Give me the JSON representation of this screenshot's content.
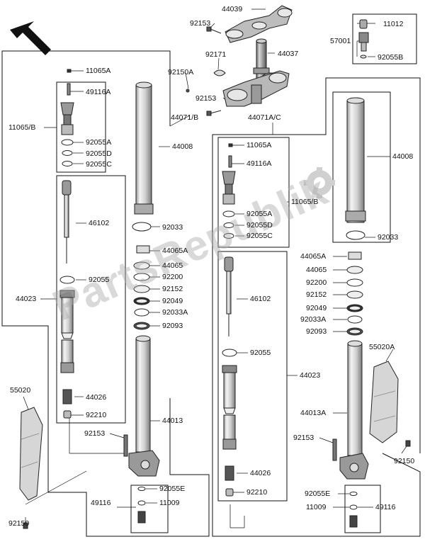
{
  "watermark": "PartsRepublik",
  "labels": {
    "l44039": "44039",
    "l92153_top": "92153",
    "l92171": "92171",
    "l44037": "44037",
    "l92150A": "92150A",
    "l92153_mid": "92153",
    "l57001": "57001",
    "l11012": "11012",
    "l92055B": "92055B",
    "l44071B": "44071/B",
    "l44071AC": "44071A/C",
    "L_11065A": "11065A",
    "L_49116A": "49116A",
    "L_11065B": "11065/B",
    "L_92055A": "92055A",
    "L_92055D": "92055D",
    "L_92055C": "92055C",
    "L_46102": "46102",
    "L_92055": "92055",
    "L_44023": "44023",
    "L_44026": "44026",
    "L_92210": "92210",
    "L_44008": "44008",
    "L_92033": "92033",
    "L_44065A": "44065A",
    "L_44065": "44065",
    "L_92200": "92200",
    "L_92152": "92152",
    "L_92049": "92049",
    "L_92033A": "92033A",
    "L_92093": "92093",
    "L_44013": "44013",
    "L_92153": "92153",
    "L_55020": "55020",
    "L_92150": "92150",
    "L_92055E": "92055E",
    "L_49116": "49116",
    "L_11009": "11009",
    "R_11065A": "11065A",
    "R_49116A": "49116A",
    "R_11065B": "11065/B",
    "R_92055A": "92055A",
    "R_92055D": "92055D",
    "R_92055C": "92055C",
    "R_46102": "46102",
    "R_92055": "92055",
    "R_44023": "44023",
    "R_44026": "44026",
    "R_92210": "92210",
    "R_44008": "44008",
    "R_92033": "92033",
    "R_44065A": "44065A",
    "R_44065": "44065",
    "R_92200": "92200",
    "R_92152": "92152",
    "R_92049": "92049",
    "R_92033A": "92033A",
    "R_92093": "92093",
    "R_44013A": "44013A",
    "R_92153": "92153",
    "R_55020A": "55020A",
    "R_92150": "92150",
    "R_92055E": "92055E",
    "R_11009": "11009",
    "R_49116": "49116"
  },
  "icons": {
    "direction_arrow": "front-direction-arrow-icon",
    "gear_stamp": "gear-stamp-icon"
  }
}
